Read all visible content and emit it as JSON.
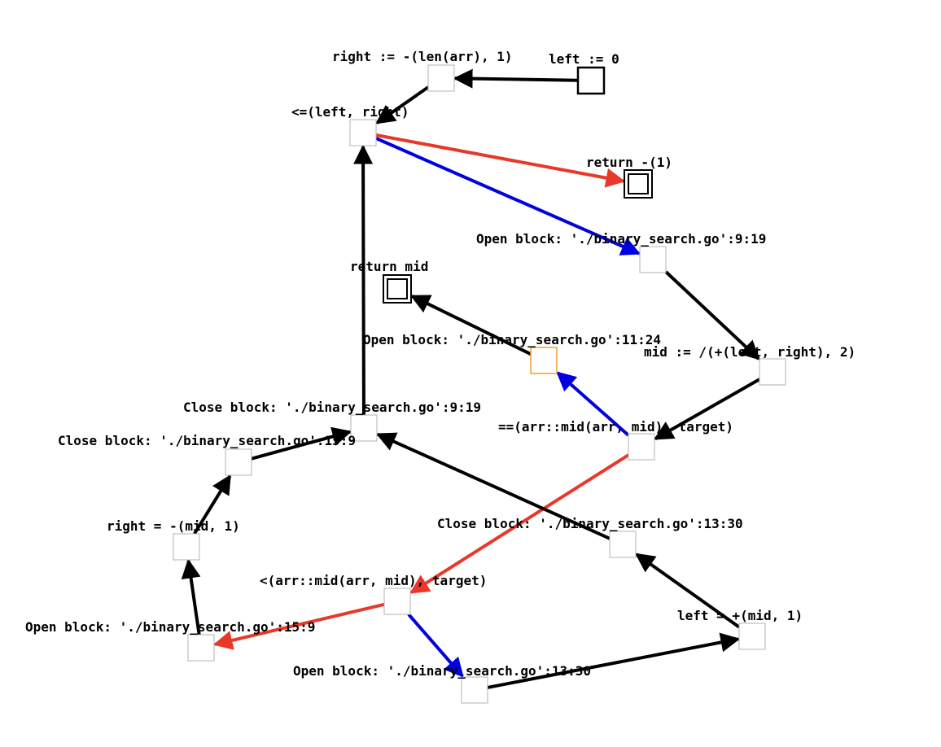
{
  "colors": {
    "background": "#ffffff",
    "node_border": "#b3b3b3",
    "node_border_highlight": "#f0a030",
    "edge_default": "#000000",
    "edge_true": "#0000e0",
    "edge_false": "#e8382a",
    "text": "#000000"
  },
  "nodes": [
    {
      "id": "n_left_init",
      "label": "left := 0",
      "kind": "entry"
    },
    {
      "id": "n_right_init",
      "label": "right := -(len(arr), 1)",
      "kind": "normal"
    },
    {
      "id": "n_loop_cond",
      "label": "<=(left, right)",
      "kind": "normal"
    },
    {
      "id": "n_return_neg1",
      "label": "return -(1)",
      "kind": "exit"
    },
    {
      "id": "n_open_9_19",
      "label": "Open block: './binary_search.go':9:19",
      "kind": "normal"
    },
    {
      "id": "n_mid",
      "label": "mid := /(+(left, right), 2)",
      "kind": "normal"
    },
    {
      "id": "n_eq",
      "label": "==(arr::mid(arr, mid), target)",
      "kind": "normal"
    },
    {
      "id": "n_open_11_24",
      "label": "Open block: './binary_search.go':11:24",
      "kind": "highlight"
    },
    {
      "id": "n_return_mid",
      "label": "return mid",
      "kind": "exit"
    },
    {
      "id": "n_lt",
      "label": "<(arr::mid(arr, mid), target)",
      "kind": "normal"
    },
    {
      "id": "n_open_15_9",
      "label": "Open block: './binary_search.go':15:9",
      "kind": "normal"
    },
    {
      "id": "n_right_upd",
      "label": "right = -(mid, 1)",
      "kind": "normal"
    },
    {
      "id": "n_close_15_9",
      "label": "Close block: './binary_search.go':15:9",
      "kind": "normal"
    },
    {
      "id": "n_close_9_19",
      "label": "Close block: './binary_search.go':9:19",
      "kind": "normal"
    },
    {
      "id": "n_open_13_30",
      "label": "Open block: './binary_search.go':13:30",
      "kind": "normal"
    },
    {
      "id": "n_left_upd",
      "label": "left = +(mid, 1)",
      "kind": "normal"
    },
    {
      "id": "n_close_13_30",
      "label": "Close block: './binary_search.go':13:30",
      "kind": "normal"
    }
  ],
  "edges": [
    {
      "from": "n_left_init",
      "to": "n_right_init",
      "kind": "default"
    },
    {
      "from": "n_right_init",
      "to": "n_loop_cond",
      "kind": "default"
    },
    {
      "from": "n_loop_cond",
      "to": "n_return_neg1",
      "kind": "false"
    },
    {
      "from": "n_loop_cond",
      "to": "n_open_9_19",
      "kind": "true"
    },
    {
      "from": "n_open_9_19",
      "to": "n_mid",
      "kind": "default"
    },
    {
      "from": "n_mid",
      "to": "n_eq",
      "kind": "default"
    },
    {
      "from": "n_eq",
      "to": "n_open_11_24",
      "kind": "true"
    },
    {
      "from": "n_open_11_24",
      "to": "n_return_mid",
      "kind": "default"
    },
    {
      "from": "n_eq",
      "to": "n_lt",
      "kind": "false"
    },
    {
      "from": "n_lt",
      "to": "n_open_15_9",
      "kind": "false"
    },
    {
      "from": "n_lt",
      "to": "n_open_13_30",
      "kind": "true"
    },
    {
      "from": "n_open_15_9",
      "to": "n_right_upd",
      "kind": "default"
    },
    {
      "from": "n_right_upd",
      "to": "n_close_15_9",
      "kind": "default"
    },
    {
      "from": "n_close_15_9",
      "to": "n_close_9_19",
      "kind": "default"
    },
    {
      "from": "n_open_13_30",
      "to": "n_left_upd",
      "kind": "default"
    },
    {
      "from": "n_left_upd",
      "to": "n_close_13_30",
      "kind": "default"
    },
    {
      "from": "n_close_13_30",
      "to": "n_close_9_19",
      "kind": "default"
    },
    {
      "from": "n_close_9_19",
      "to": "n_loop_cond",
      "kind": "default"
    }
  ]
}
